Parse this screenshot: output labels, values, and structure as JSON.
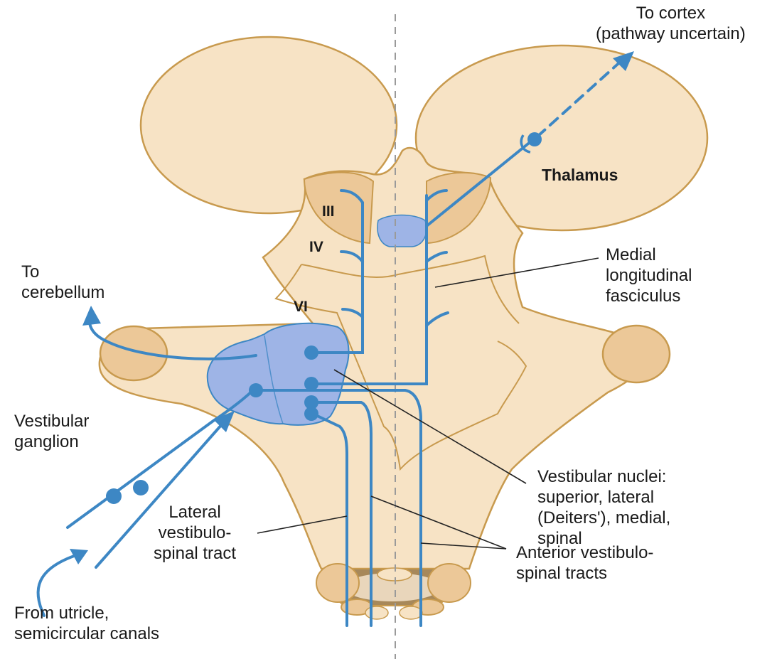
{
  "labels": {
    "to_cortex": "To cortex\n(pathway uncertain)",
    "thalamus": "Thalamus",
    "nerve_iii": "III",
    "nerve_iv": "IV",
    "nerve_vi": "VI",
    "to_cerebellum": "To\ncerebellum",
    "mlf": "Medial\nlongitudinal\nfasciculus",
    "vestibular_ganglion": "Vestibular\nganglion",
    "vestibular_nuclei": "Vestibular nuclei:\nsuperior, lateral\n(Deiters'), medial,\nspinal",
    "lateral_tract": "Lateral\nvestibulo-\nspinal tract",
    "anterior_tracts": "Anterior vestibulo-\nspinal tracts",
    "from_utricle": "From utricle,\nsemicircular canals"
  },
  "colors": {
    "tissue": "#f7e3c5",
    "tissue_outline": "#c89a4e",
    "nucleus_fill": "#ecc898",
    "pathway": "#3d87c4",
    "vestibular_nuclei": "#9eb4e6",
    "midline": "#9a9a9a",
    "leader": "#222222"
  }
}
